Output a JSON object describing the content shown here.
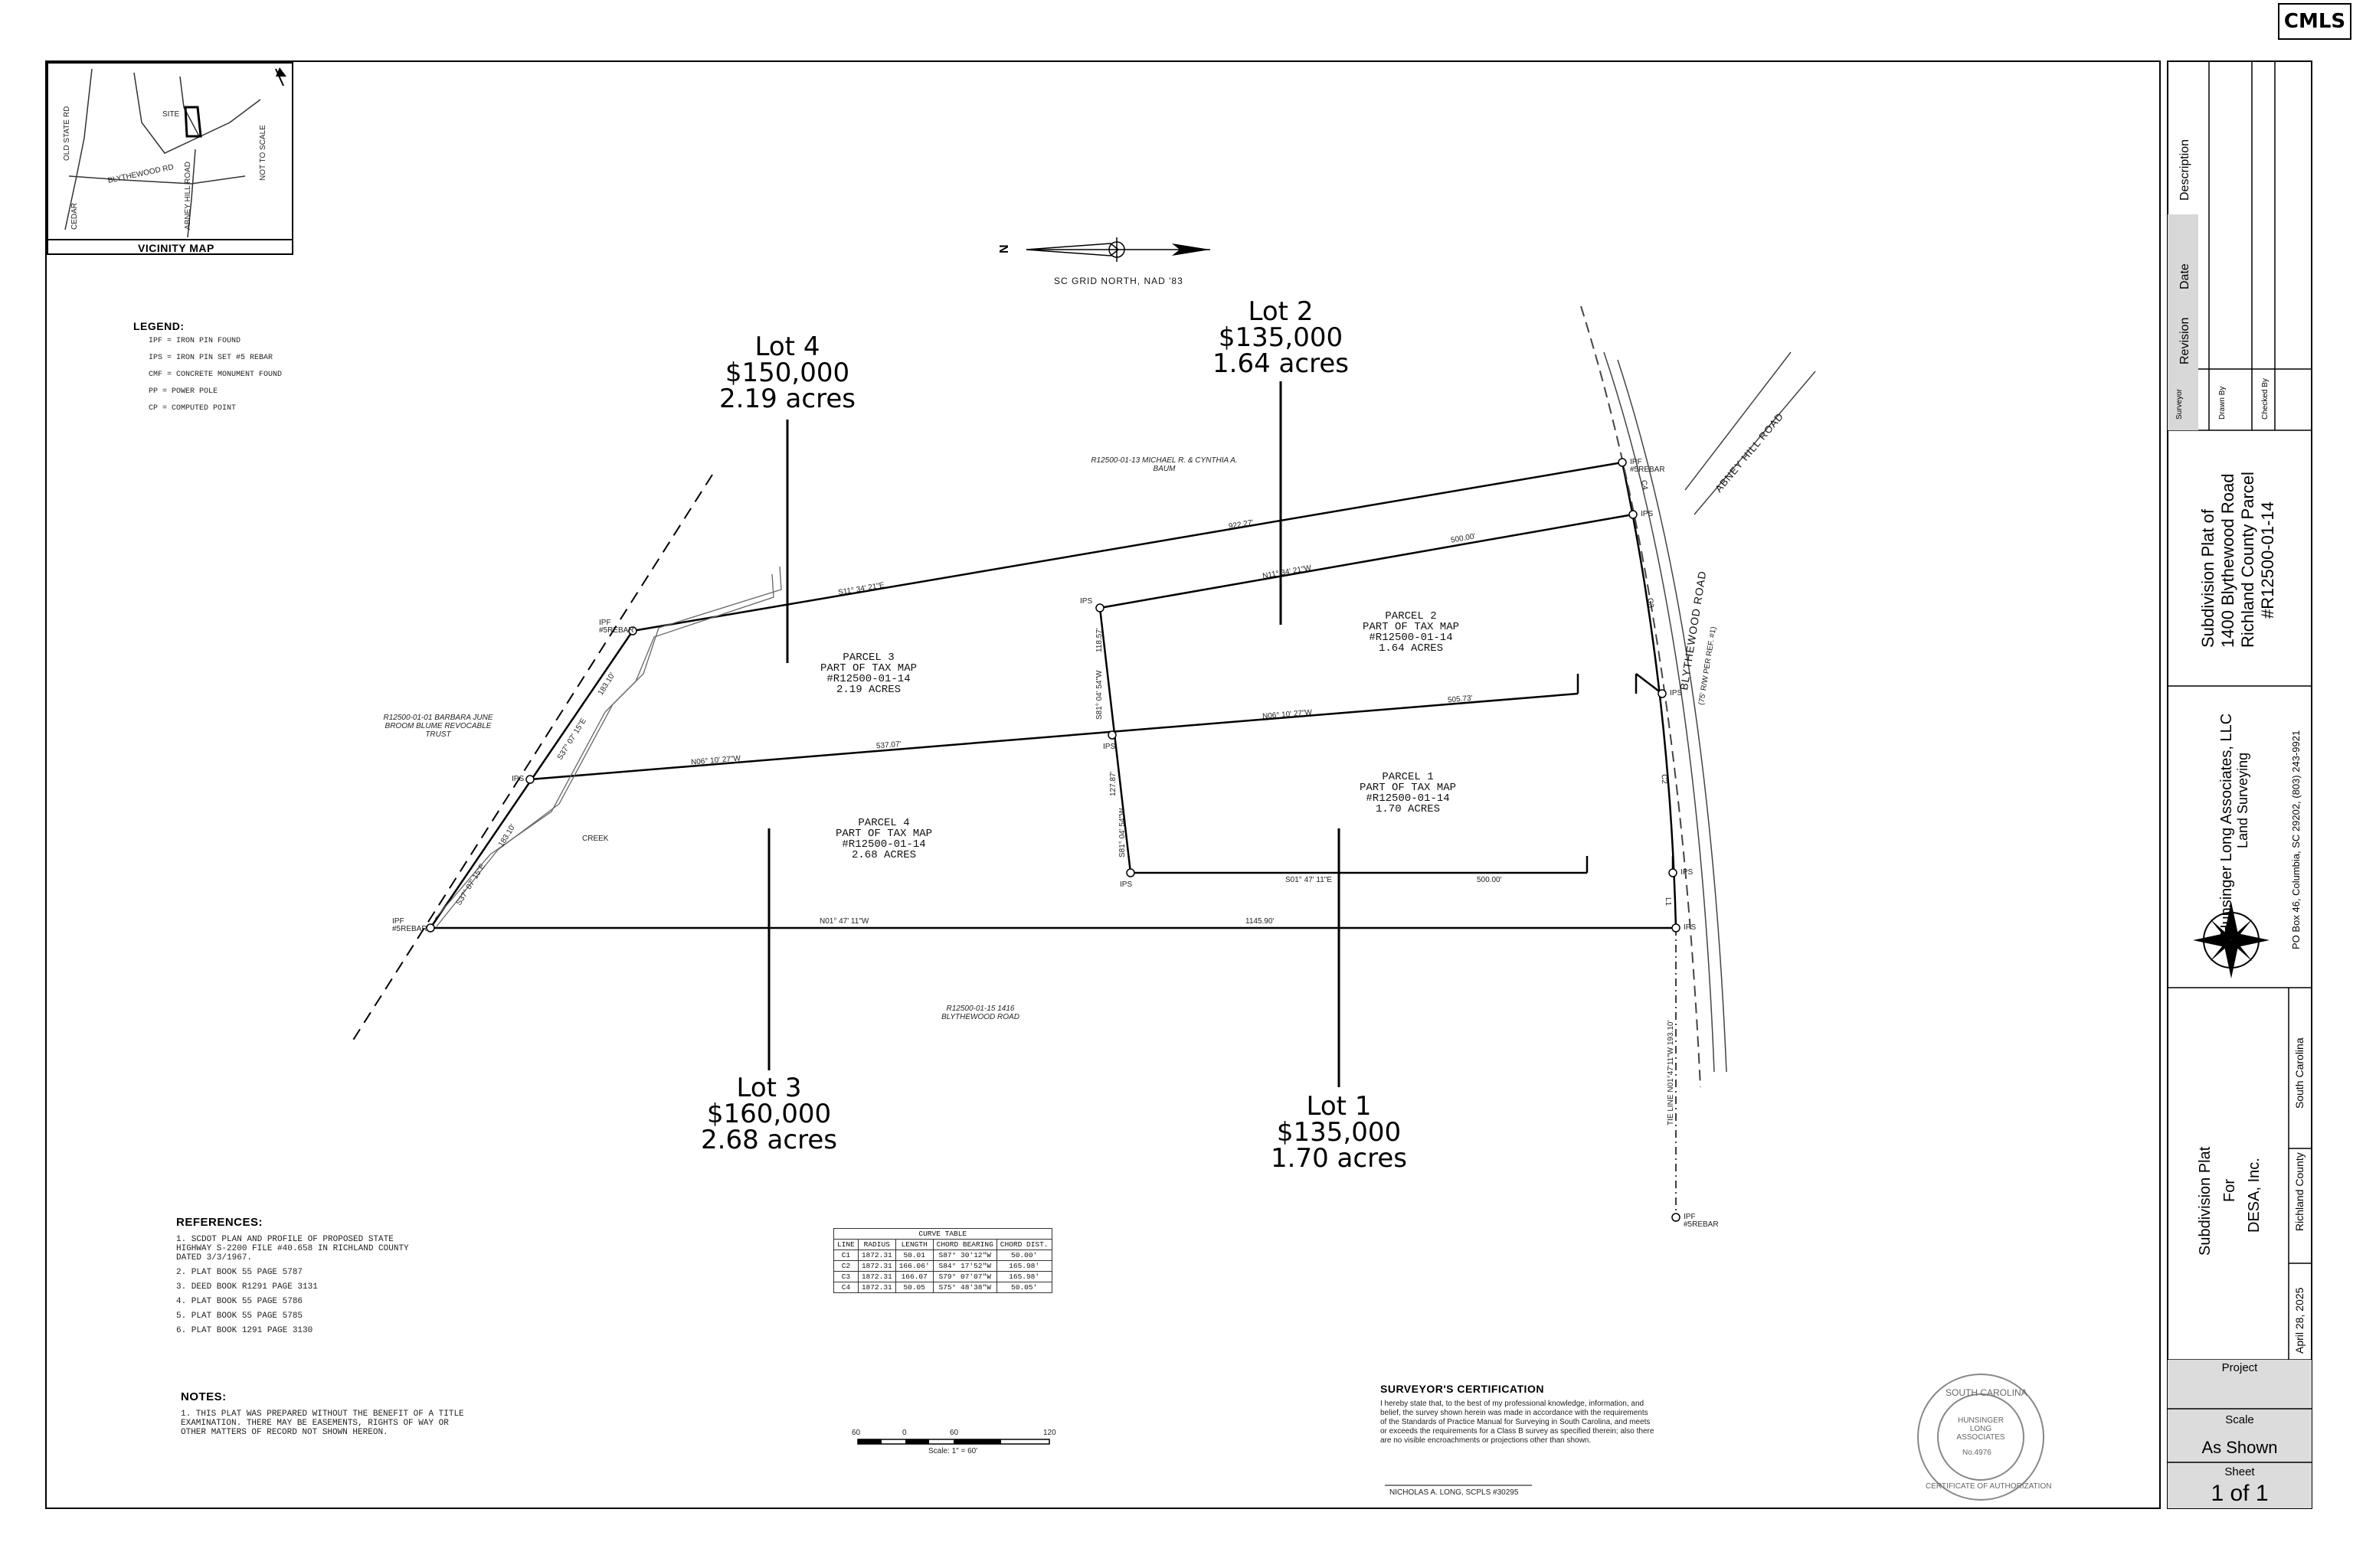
{
  "logo": "CMLS",
  "vicinity_map": {
    "title": "VICINITY MAP",
    "site": "SITE",
    "not_to_scale": "NOT TO SCALE",
    "roads": [
      "BLYTHEWOOD RD",
      "OLD STATE RD",
      "ABNEY HILL ROAD",
      "CEDAR"
    ]
  },
  "north_arrow": {
    "label": "SC GRID NORTH, NAD '83",
    "letter": "N"
  },
  "legend": {
    "title": "LEGEND:",
    "items": [
      "IPF  =  IRON PIN FOUND",
      "IPS  =  IRON PIN SET #5 REBAR",
      "CMF  =  CONCRETE MONUMENT FOUND",
      "PP   =  POWER POLE",
      "CP   =  COMPUTED POINT"
    ]
  },
  "lots": [
    {
      "name": "Lot 4",
      "price": "$150,000",
      "acres": "2.19 acres"
    },
    {
      "name": "Lot 2",
      "price": "$135,000",
      "acres": "1.64 acres"
    },
    {
      "name": "Lot 3",
      "price": "$160,000",
      "acres": "2.68 acres"
    },
    {
      "name": "Lot 1",
      "price": "$135,000",
      "acres": "1.70 acres"
    }
  ],
  "parcels": [
    {
      "title": "PARCEL 3",
      "line2": "PART OF TAX MAP",
      "tax": "#R12500-01-14",
      "acres": "2.19 ACRES"
    },
    {
      "title": "PARCEL 2",
      "line2": "PART OF TAX MAP",
      "tax": "#R12500-01-14",
      "acres": "1.64 ACRES"
    },
    {
      "title": "PARCEL 1",
      "line2": "PART OF TAX MAP",
      "tax": "#R12500-01-14",
      "acres": "1.70 ACRES"
    },
    {
      "title": "PARCEL 4",
      "line2": "PART OF TAX MAP",
      "tax": "#R12500-01-14",
      "acres": "2.68 ACRES"
    }
  ],
  "owners": {
    "north": "R12500-01-13 MICHAEL R. & CYNTHIA A. BAUM",
    "west": "R12500-01-01 BARBARA JUNE BROOM BLUME REVOCABLE TRUST",
    "south": "R12500-01-15 1416 BLYTHEWOOD ROAD"
  },
  "line_labels": {
    "north_line": {
      "bearing": "S11° 34' 21\"E",
      "distance": "922.27'"
    },
    "lot2_north": {
      "bearing": "N11° 34' 21\"W",
      "distance": "500.00'"
    },
    "middle": {
      "bearing": "N06° 10' 27\"W",
      "distance": "537.07'"
    },
    "middle_east": {
      "bearing": "N06° 10' 27\"W",
      "distance": "505.73'"
    },
    "lot1_south": {
      "bearing": "S01° 47' 11\"E",
      "distance": "500.00'"
    },
    "south_line": {
      "bearing": "N01° 47' 11\"W",
      "distance": "1145.90'"
    },
    "west_upper": {
      "bearing": "S37° 07' 15\"E",
      "distance": "183.10'"
    },
    "west_lower": {
      "bearing": "S37° 07' 15\"E",
      "distance": "183.10'"
    },
    "cross_upper": {
      "bearing": "S81° 04' 54\"W",
      "distance": "118.57'"
    },
    "cross_lower": {
      "bearing": "S81° 04' 54\"W",
      "distance": "127.87'"
    }
  },
  "points": {
    "ipf": "IPF",
    "ips": "IPS",
    "rebar": "#5REBAR",
    "creek": "CREEK"
  },
  "curves": {
    "c1": "C1",
    "c2": "C2",
    "c3": "C3",
    "c4": "C4",
    "l1": "L1"
  },
  "roads": {
    "blythewood": "BLYTHEWOOD ROAD",
    "blythewood_sub": "(75' R/W PER REF. #1)",
    "abney": "ABNEY HILL ROAD",
    "tie": "TIE LINE N01°47'11\"W 193.10'"
  },
  "references": {
    "title": "REFERENCES:",
    "items": [
      "1.  SCDOT PLAN AND PROFILE OF PROPOSED STATE HIGHWAY S-2200 FILE #40.658 IN RICHLAND COUNTY DATED 3/3/1967.",
      "2.  PLAT BOOK 55 PAGE 5787",
      "3.  DEED BOOK R1291 PAGE 3131",
      "4.  PLAT BOOK 55 PAGE 5786",
      "5.  PLAT BOOK 55 PAGE 5785",
      "6.  PLAT BOOK 1291 PAGE 3130"
    ]
  },
  "notes": {
    "title": "NOTES:",
    "items": [
      "1.  THIS PLAT WAS PREPARED WITHOUT THE BENEFIT OF A TITLE EXAMINATION. THERE MAY BE EASEMENTS, RIGHTS OF WAY OR OTHER MATTERS OF RECORD NOT SHOWN HEREON."
    ]
  },
  "curve_table": {
    "title": "CURVE TABLE",
    "headers": [
      "LINE",
      "RADIUS",
      "LENGTH",
      "CHORD BEARING",
      "CHORD DIST."
    ],
    "rows": [
      [
        "C1",
        "1872.31",
        "50.01",
        "S87° 30'12\"W",
        "50.00'"
      ],
      [
        "C2",
        "1872.31",
        "166.06'",
        "S84° 17'52\"W",
        "165.98'"
      ],
      [
        "C3",
        "1872.31",
        "166.07",
        "S79° 07'07\"W",
        "165.98'"
      ],
      [
        "C4",
        "1872.31",
        "50.05",
        "S75° 48'38\"W",
        "50.05'"
      ]
    ]
  },
  "scale_bar": {
    "ticks": [
      "60",
      "0",
      "60",
      "120"
    ],
    "label": "Scale: 1\" = 60'"
  },
  "certification": {
    "title": "SURVEYOR'S CERTIFICATION",
    "text": "I hereby state that, to the best of my professional knowledge, information, and belief, the survey shown herein was made in accordance with the requirements of the Standards of Practice Manual for Surveying in South Carolina, and meets or exceeds the requirements for a Class B survey as specified therein; also there are no visible encroachments or projections other than shown.",
    "signature": "NICHOLAS A. LONG, SCPLS #30295"
  },
  "seal": {
    "state": "SOUTH CAROLINA",
    "firm": "HUNSINGER LONG ASSOCIATES",
    "number": "No.4976",
    "bottom": "CERTIFICATE OF AUTHORIZATION"
  },
  "title_block": {
    "rev_headers": [
      "Description",
      "Date",
      "Revision"
    ],
    "role_labels": [
      "Surveyor",
      "Drawn By",
      "Checked By"
    ],
    "plat_title": [
      "Subdivision Plat of",
      "1400 Blythewood Road",
      "Richland County Parcel",
      "#R12500-01-14"
    ],
    "firm": [
      "Hunsinger Long Associates, LLC",
      "Land Surveying"
    ],
    "firm_address": "PO Box 46, Columbia, SC 29202, (803) 243-9921",
    "plat_for": [
      "Subdivision Plat",
      "For",
      "DESA, Inc."
    ],
    "county": "Richland County",
    "state": "South Carolina",
    "date": "April 28, 2025",
    "project_label": "Project",
    "scale_label": "Scale",
    "scale_value": "As Shown",
    "sheet_label": "Sheet",
    "sheet_value": "1 of 1"
  }
}
